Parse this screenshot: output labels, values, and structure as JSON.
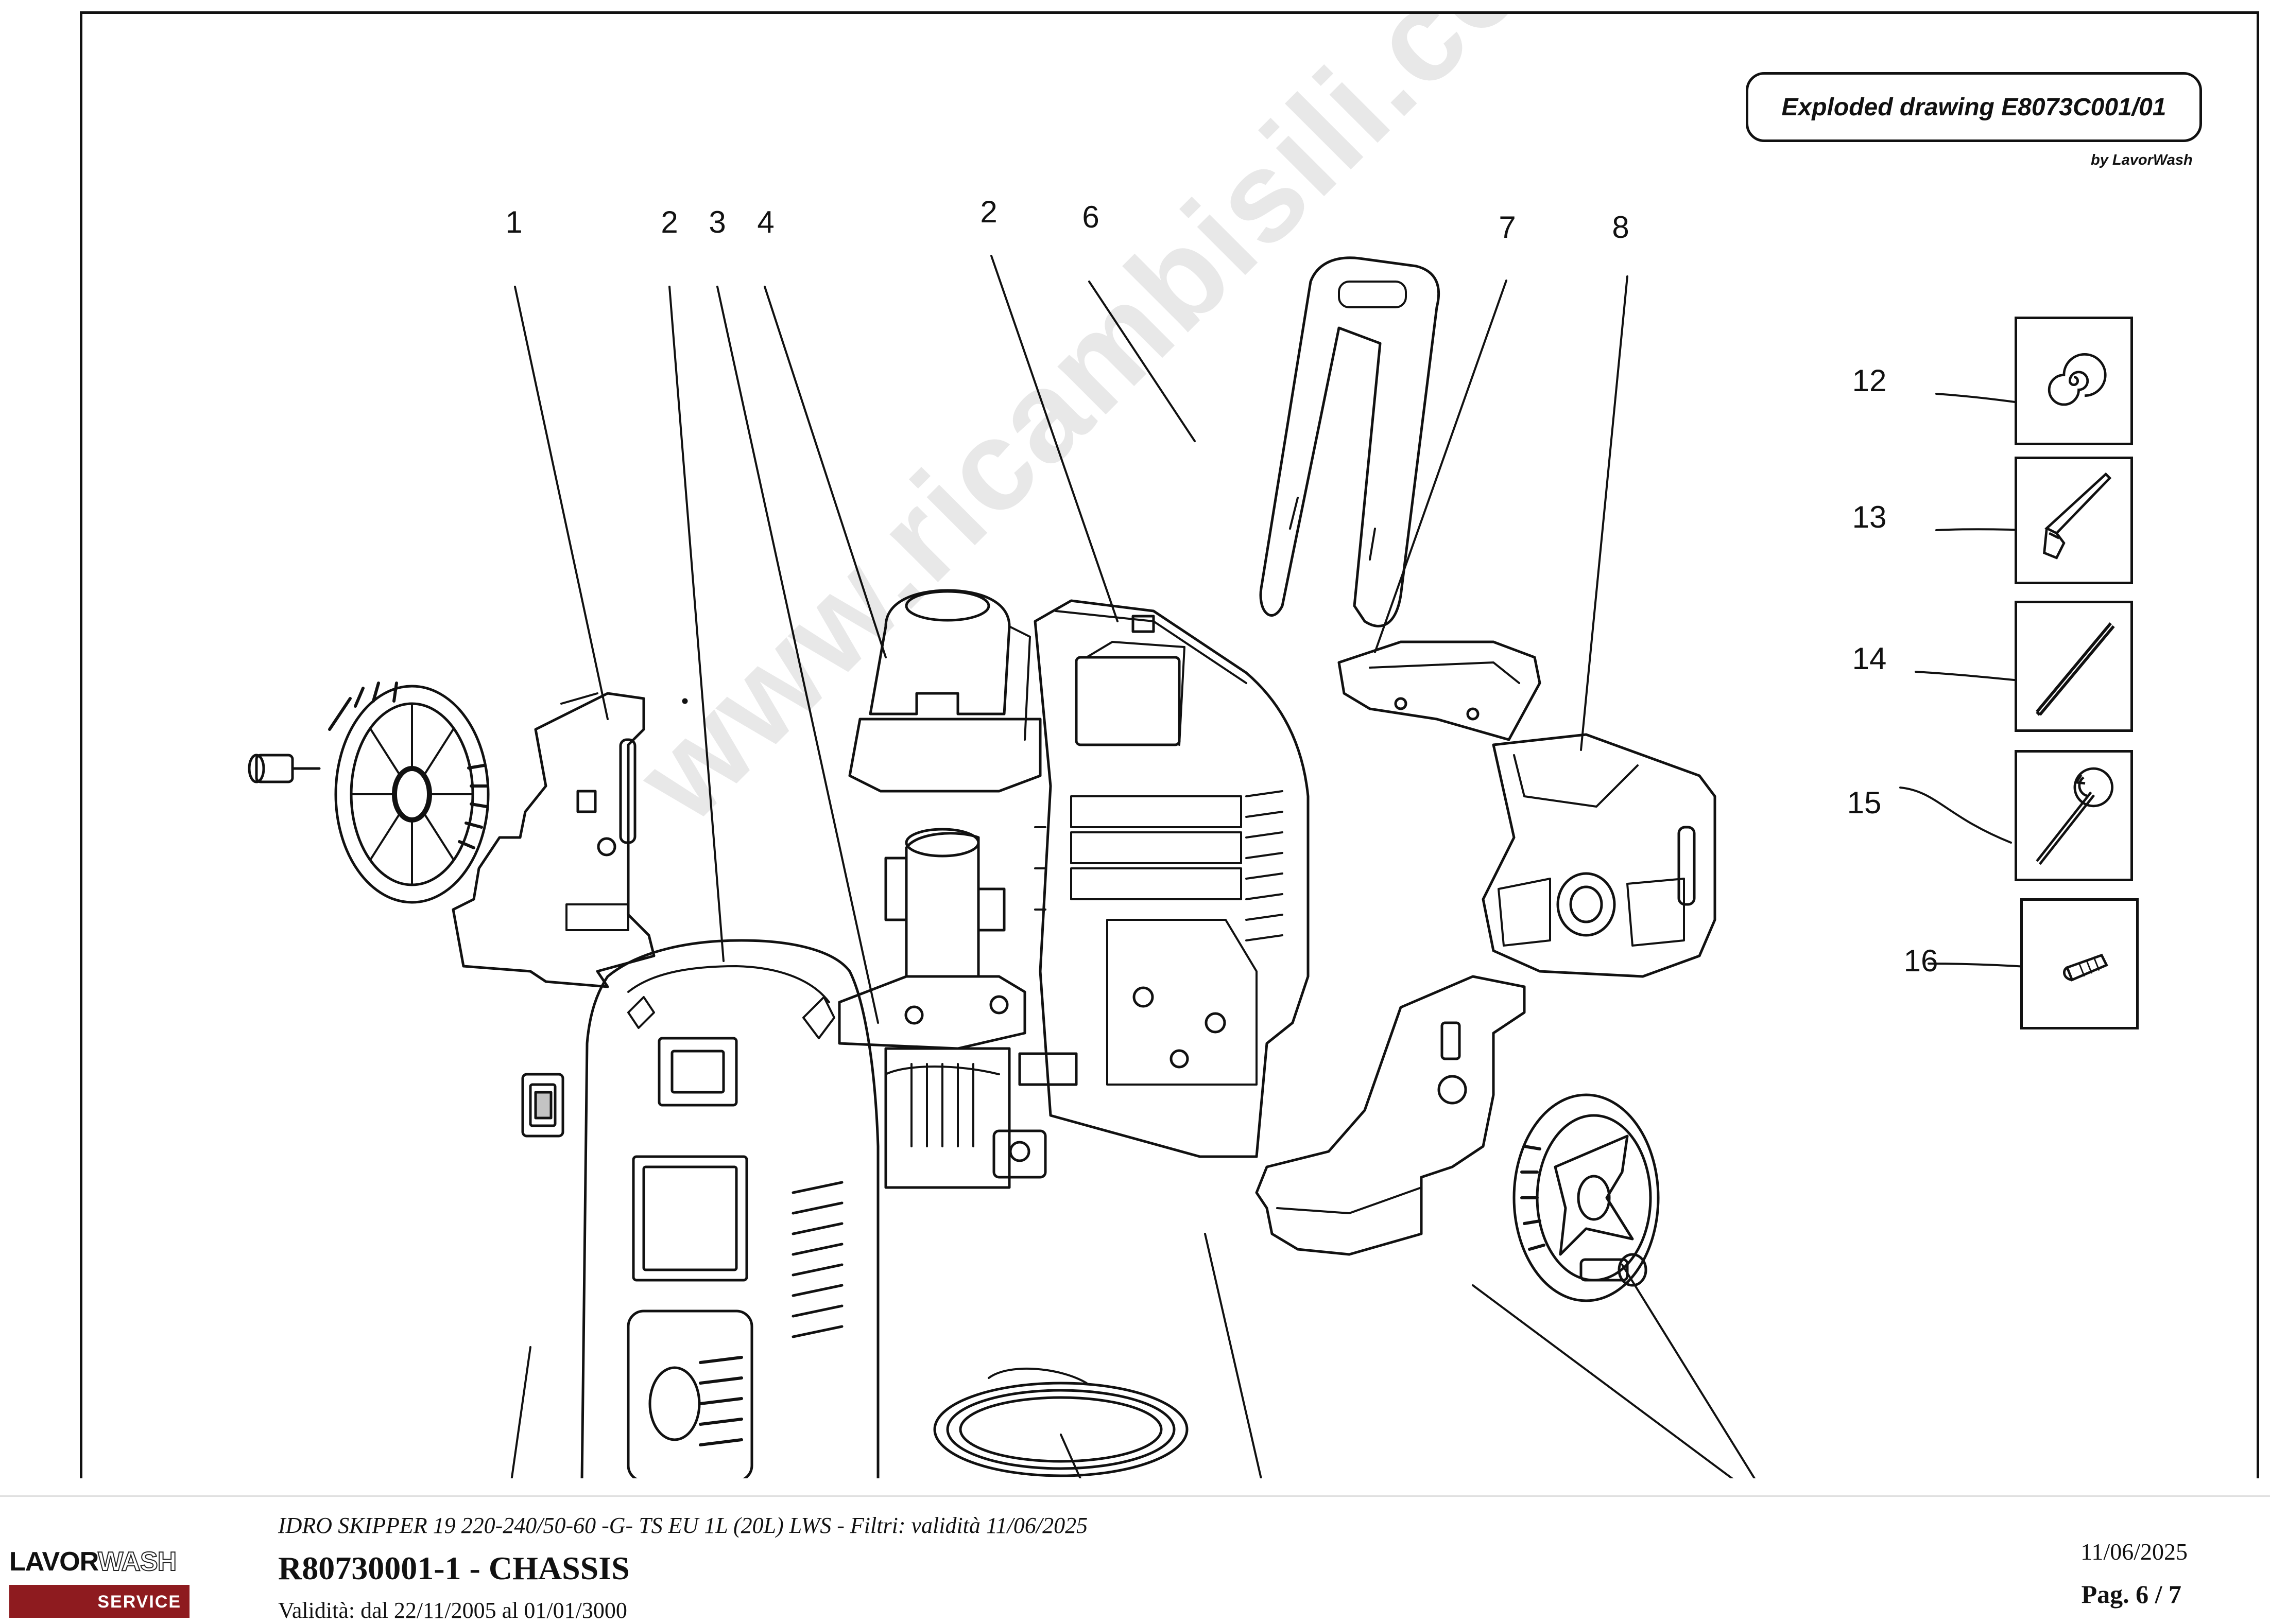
{
  "drawing": {
    "title": "Exploded drawing E8073C001/01",
    "byline": "by LavorWash",
    "callouts": [
      "1",
      "2",
      "3",
      "4",
      "2",
      "6",
      "7",
      "8",
      "12",
      "13",
      "14",
      "15",
      "16"
    ],
    "accessories": [
      {
        "ref": "12",
        "icon": "hose-coil-icon"
      },
      {
        "ref": "13",
        "icon": "spray-gun-icon"
      },
      {
        "ref": "14",
        "icon": "lance-icon"
      },
      {
        "ref": "15",
        "icon": "rotating-nozzle-lance-icon"
      },
      {
        "ref": "16",
        "icon": "nozzle-tip-icon"
      }
    ],
    "watermark": "www.ricambisili.com"
  },
  "footer": {
    "logo_brand_a": "LAVOR",
    "logo_brand_b": "WASH",
    "logo_service": "SERVICE",
    "model_line": "IDRO SKIPPER 19 220-240/50-60 -G- TS EU 1L (20L) LWS - Filtri: validità 11/06/2025",
    "title": "R80730001-1 - CHASSIS",
    "validity": "Validità: dal 22/11/2005 al 01/01/3000",
    "date": "11/06/2025",
    "page": "Pag. 6 / 7"
  }
}
